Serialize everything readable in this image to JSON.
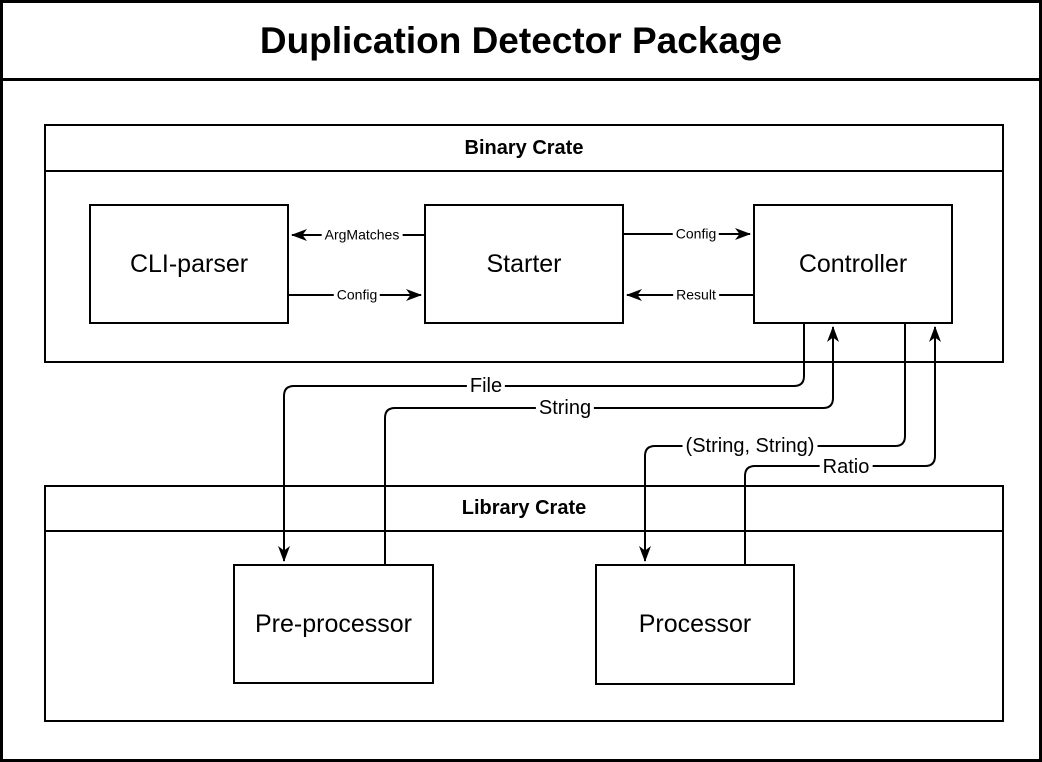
{
  "title": "Duplication Detector Package",
  "binary_crate": {
    "label": "Binary Crate",
    "nodes": [
      {
        "label": "CLI-parser"
      },
      {
        "label": "Starter"
      },
      {
        "label": "Controller"
      }
    ]
  },
  "library_crate": {
    "label": "Library Crate",
    "nodes": [
      {
        "label": "Pre-processor"
      },
      {
        "label": "Processor"
      }
    ]
  },
  "edges": [
    {
      "label": "ArgMatches",
      "from": "Starter",
      "to": "CLI-parser"
    },
    {
      "label": "Config",
      "from": "CLI-parser",
      "to": "Starter"
    },
    {
      "label": "Config",
      "from": "Starter",
      "to": "Controller"
    },
    {
      "label": "Result",
      "from": "Controller",
      "to": "Starter"
    },
    {
      "label": "File",
      "from": "Controller",
      "to": "Pre-processor"
    },
    {
      "label": "String",
      "from": "Pre-processor",
      "to": "Controller"
    },
    {
      "label": "(String, String)",
      "from": "Controller",
      "to": "Processor"
    },
    {
      "label": "Ratio",
      "from": "Processor",
      "to": "Controller"
    }
  ],
  "colors": {
    "stroke": "#000000",
    "background": "#ffffff"
  }
}
